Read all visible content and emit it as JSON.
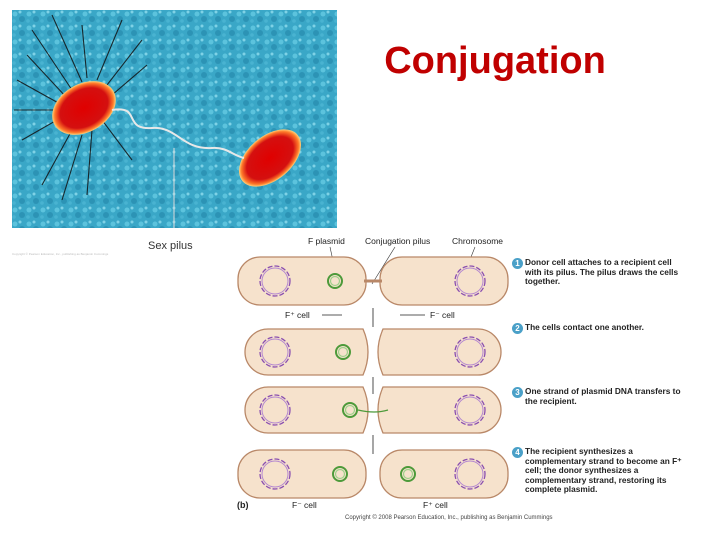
{
  "title": "Conjugation",
  "photo": {
    "label": "Sex pilus",
    "credit": "Copyright © Pearson Education, Inc., publishing as Benjamin Cummings"
  },
  "diagram": {
    "top_labels": {
      "plasmid": "F plasmid",
      "pilus": "Conjugation pilus",
      "chromosome": "Chromosome"
    },
    "cell_labels": {
      "donor_top": "F⁺ cell",
      "recipient_top": "F⁻ cell",
      "donor_bottom": "F⁻ cell",
      "recipient_bottom": "F⁺ cell"
    },
    "panel": "(b)",
    "copyright": "Copyright © 2008 Pearson Education, Inc., publishing as Benjamin Cummings",
    "colors": {
      "cell_fill": "#f6e2cc",
      "cell_border": "#b98868",
      "chromosome": "#8a4fb0",
      "plasmid_outer": "#4d9a3a",
      "plasmid_inner": "#9fd08a",
      "step_badge": "#4aa0c8"
    }
  },
  "steps": [
    {
      "num": "1",
      "text": "Donor cell attaches to a recipient cell with its pilus. The pilus draws the cells together."
    },
    {
      "num": "2",
      "text": "The cells contact one another."
    },
    {
      "num": "3",
      "text": "One strand of plasmid DNA transfers to the recipient."
    },
    {
      "num": "4",
      "text": "The recipient synthesizes a complementary strand to become an F⁺ cell; the donor synthesizes a complementary strand, restoring its complete plasmid."
    }
  ]
}
